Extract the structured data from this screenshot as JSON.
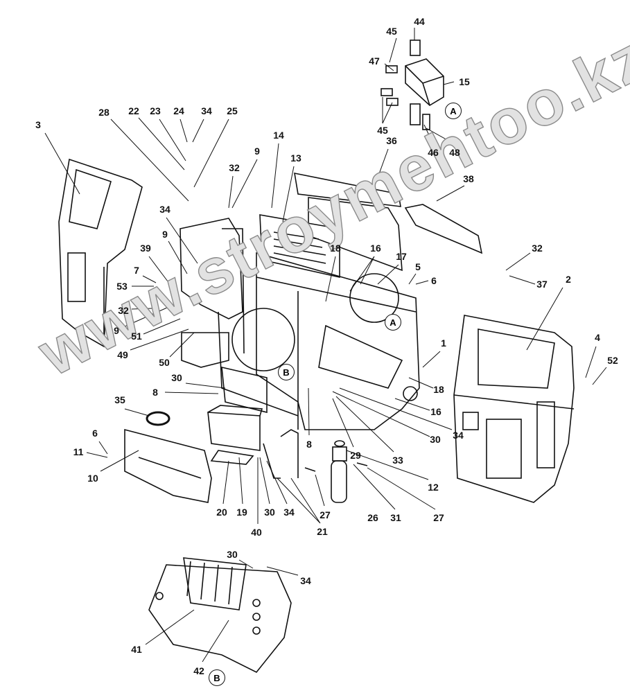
{
  "watermark": "www.stroymehtoo.kz",
  "callouts": [
    "44",
    "45",
    "47",
    "15",
    "45",
    "46",
    "48",
    "28",
    "22",
    "23",
    "24",
    "34",
    "25",
    "3",
    "14",
    "13",
    "9",
    "32",
    "36",
    "38",
    "34",
    "9",
    "39",
    "7",
    "53",
    "32",
    "9",
    "51",
    "49",
    "50",
    "18",
    "16",
    "17",
    "5",
    "6",
    "32",
    "37",
    "2",
    "1",
    "4",
    "52",
    "30",
    "35",
    "8",
    "18",
    "16",
    "30",
    "34",
    "29",
    "33",
    "6",
    "11",
    "10",
    "8",
    "12",
    "20",
    "19",
    "30",
    "34",
    "40",
    "21",
    "27",
    "26",
    "31",
    "27",
    "30",
    "34",
    "41",
    "42"
  ],
  "detail_markers": [
    "A",
    "A",
    "B",
    "B"
  ]
}
